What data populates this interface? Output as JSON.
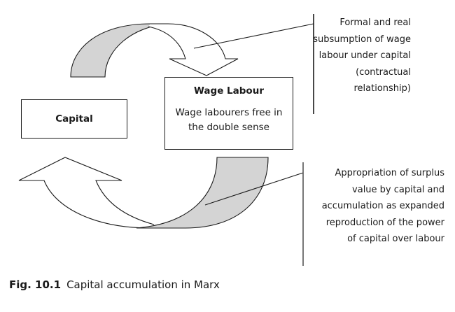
{
  "figure": {
    "caption": {
      "label": "Fig. 10.1",
      "text": "Capital accumulation in Marx"
    }
  },
  "nodes": {
    "capital": {
      "title": "Capital"
    },
    "wage_labour": {
      "title": "Wage Labour",
      "body": "Wage labourers free in the double sense"
    }
  },
  "annotations": {
    "top": {
      "lines": [
        "Formal and real",
        "subsumption of wage",
        "labour under capital",
        "(contractual",
        "relationship)"
      ]
    },
    "bottom": {
      "lines": [
        "Appropriation of surplus",
        "value by capital and",
        "accumulation as expanded",
        "reproduction of the power",
        "of capital over labour"
      ]
    }
  },
  "edges": [
    {
      "from": "Capital",
      "to": "Wage Labour",
      "shape": "curved-arrow-top",
      "annotation": "top"
    },
    {
      "from": "Wage Labour",
      "to": "Capital",
      "shape": "curved-arrow-bottom",
      "annotation": "bottom"
    }
  ],
  "colors": {
    "stroke": "#1a1a1a",
    "arrow_shade": "#d4d4d4",
    "background": "#ffffff"
  }
}
